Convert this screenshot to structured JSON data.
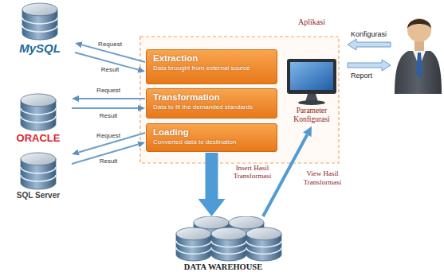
{
  "diagram": {
    "nodes": [
      {
        "text": [
          "MySQL"
        ]
      },
      {
        "text": [
          "ORACLE"
        ]
      },
      {
        "text": [
          "SQL Server"
        ]
      },
      {
        "text": [
          "Extraction",
          "Data brought from external source"
        ]
      },
      {
        "text": [
          "Transformation",
          "Data to fit the demanded standards"
        ]
      },
      {
        "text": [
          "Loading",
          "Converted data to destination"
        ]
      },
      {
        "text": [
          "Aplikasi",
          "Parameter Konfigurasi"
        ]
      },
      {
        "text": [
          "DATA WAREHOUSE"
        ]
      }
    ],
    "edges": [
      {
        "from": 3,
        "to": 0,
        "label": "Request",
        "arrow": "to"
      },
      {
        "from": 0,
        "to": 3,
        "label": "Result",
        "arrow": "to"
      },
      {
        "from": 4,
        "to": 1,
        "label": "Request",
        "arrow": "to"
      },
      {
        "from": 1,
        "to": 4,
        "label": "Result",
        "arrow": "to"
      },
      {
        "from": 5,
        "to": 2,
        "label": "Request",
        "arrow": "to"
      },
      {
        "from": 2,
        "to": 5,
        "label": "Result",
        "arrow": "to"
      },
      {
        "from": 5,
        "to": 7,
        "label": "Insert Hasil Transformasi",
        "arrow": "to"
      },
      {
        "from": 7,
        "to": 6,
        "label": "View Hasil Transformasi",
        "arrow": "to"
      }
    ],
    "labels": [
      "Konfigurasi",
      "Report"
    ]
  }
}
